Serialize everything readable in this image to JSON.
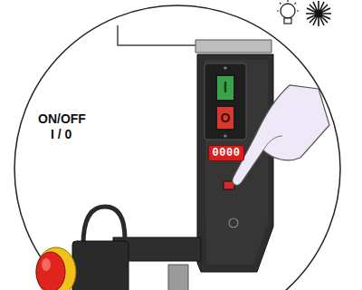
{
  "diagram": {
    "nodes": [
      {
        "text": [
          "I"
        ]
      },
      {
        "text": [
          "O"
        ]
      },
      {
        "text": [
          "0000"
        ]
      }
    ],
    "labels": [
      "ON/OFF",
      "I / 0"
    ]
  }
}
